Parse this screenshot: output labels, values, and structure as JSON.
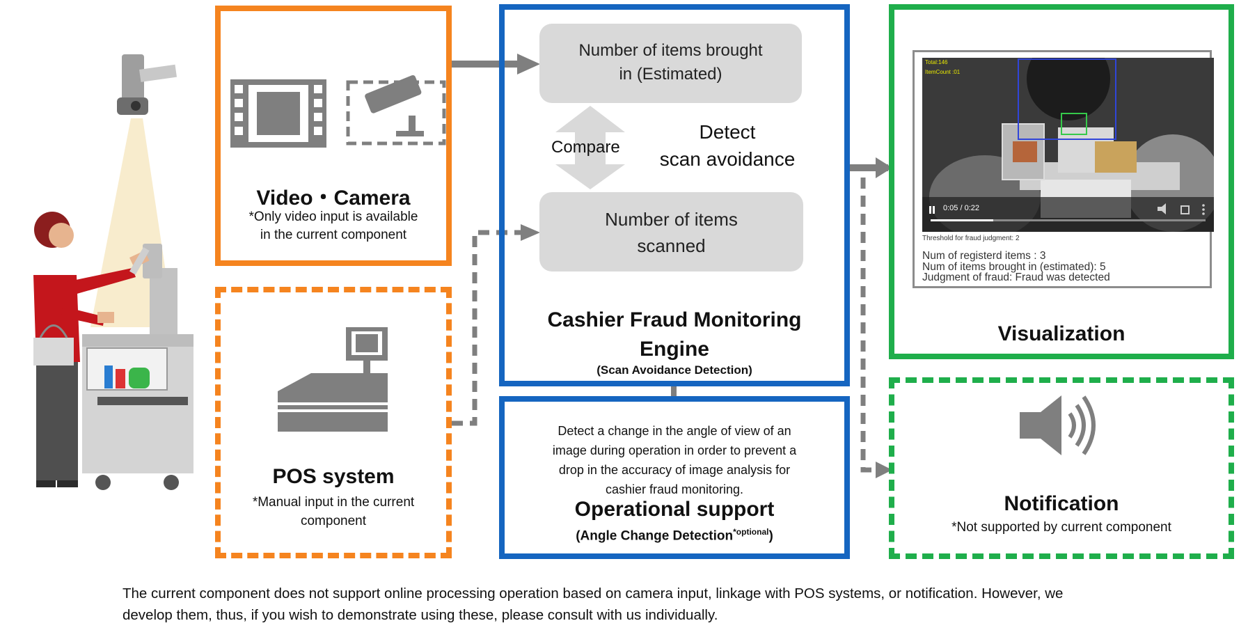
{
  "video_camera": {
    "title": "Video・Camera",
    "note_line1": "*Only video input is available",
    "note_line2": "in the current component"
  },
  "pos_system": {
    "title": "POS system",
    "note_line1": "*Manual input in the current",
    "note_line2": "component"
  },
  "engine": {
    "items_brought_line1": "Number of items brought",
    "items_brought_line2": "in (Estimated)",
    "items_scanned_line1": "Number of items",
    "items_scanned_line2": "scanned",
    "compare_label": "Compare",
    "detect_line1": "Detect",
    "detect_line2": "scan avoidance",
    "title_line1": "Cashier Fraud Monitoring",
    "title_line2": "Engine",
    "subtitle": "(Scan Avoidance Detection)"
  },
  "operational_support": {
    "desc_line1": "Detect a change in the angle of view of an",
    "desc_line2": "image during operation in order to prevent a",
    "desc_line3": "drop in the accuracy of image analysis for",
    "desc_line4": "cashier fraud monitoring.",
    "title": "Operational support",
    "subtitle": "(Angle Change Detection",
    "subtitle_sup": "*optional",
    "subtitle_end": ")"
  },
  "visualization": {
    "title": "Visualization",
    "video_time": "0:05 / 0:22",
    "overlay_line1": "Total:146",
    "overlay_line2": "ItemCount :01",
    "threshold": "Threshold for fraud judgment: 2",
    "stat1": "Num of registerd items : 3",
    "stat2": "Num of items brought in (estimated): 5",
    "stat3": "Judgment of fraud: Fraud was detected"
  },
  "notification": {
    "title": "Notification",
    "note": "*Not supported by current component"
  },
  "footer": {
    "line1": "The current component does not support online processing operation based on camera input, linkage with POS systems, or notification. However, we",
    "line2": "develop them, thus, if you wish to demonstrate using these, please consult with us individually."
  },
  "colors": {
    "orange": "#f5841f",
    "blue": "#1565c0",
    "green": "#1fae4b",
    "grey_icon": "#7f7f7f",
    "pill": "#d9d9d9"
  }
}
